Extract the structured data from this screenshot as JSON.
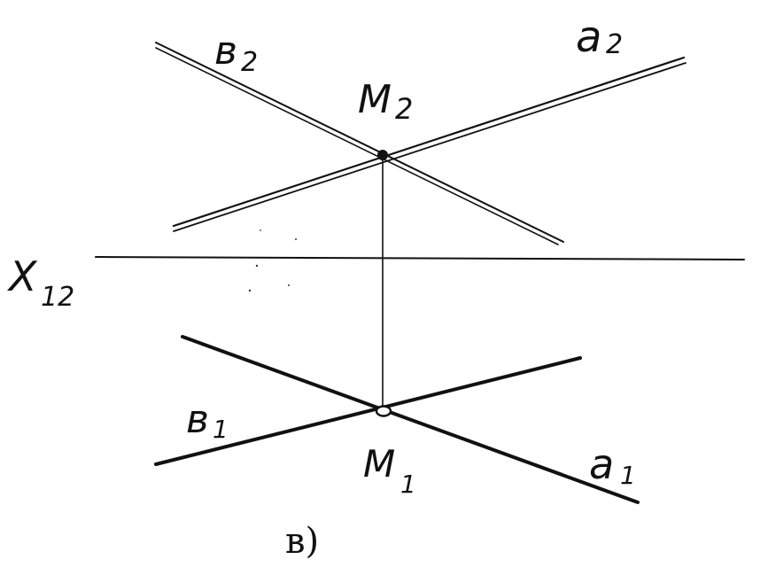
{
  "figure": {
    "caption": "в)",
    "axis_label": "X",
    "axis_subscript": "12",
    "colors": {
      "ink": "#111111",
      "paper": "#ffffff"
    }
  },
  "frontal_projection": {
    "point": {
      "letter": "M",
      "subscript": "2"
    },
    "line_a": {
      "letter": "a",
      "subscript": "2"
    },
    "line_b": {
      "letter": "в",
      "subscript": "2"
    }
  },
  "horizontal_projection": {
    "point": {
      "letter": "M",
      "subscript": "1"
    },
    "line_a": {
      "letter": "a",
      "subscript": "1"
    },
    "line_b": {
      "letter": "в",
      "subscript": "1"
    }
  }
}
